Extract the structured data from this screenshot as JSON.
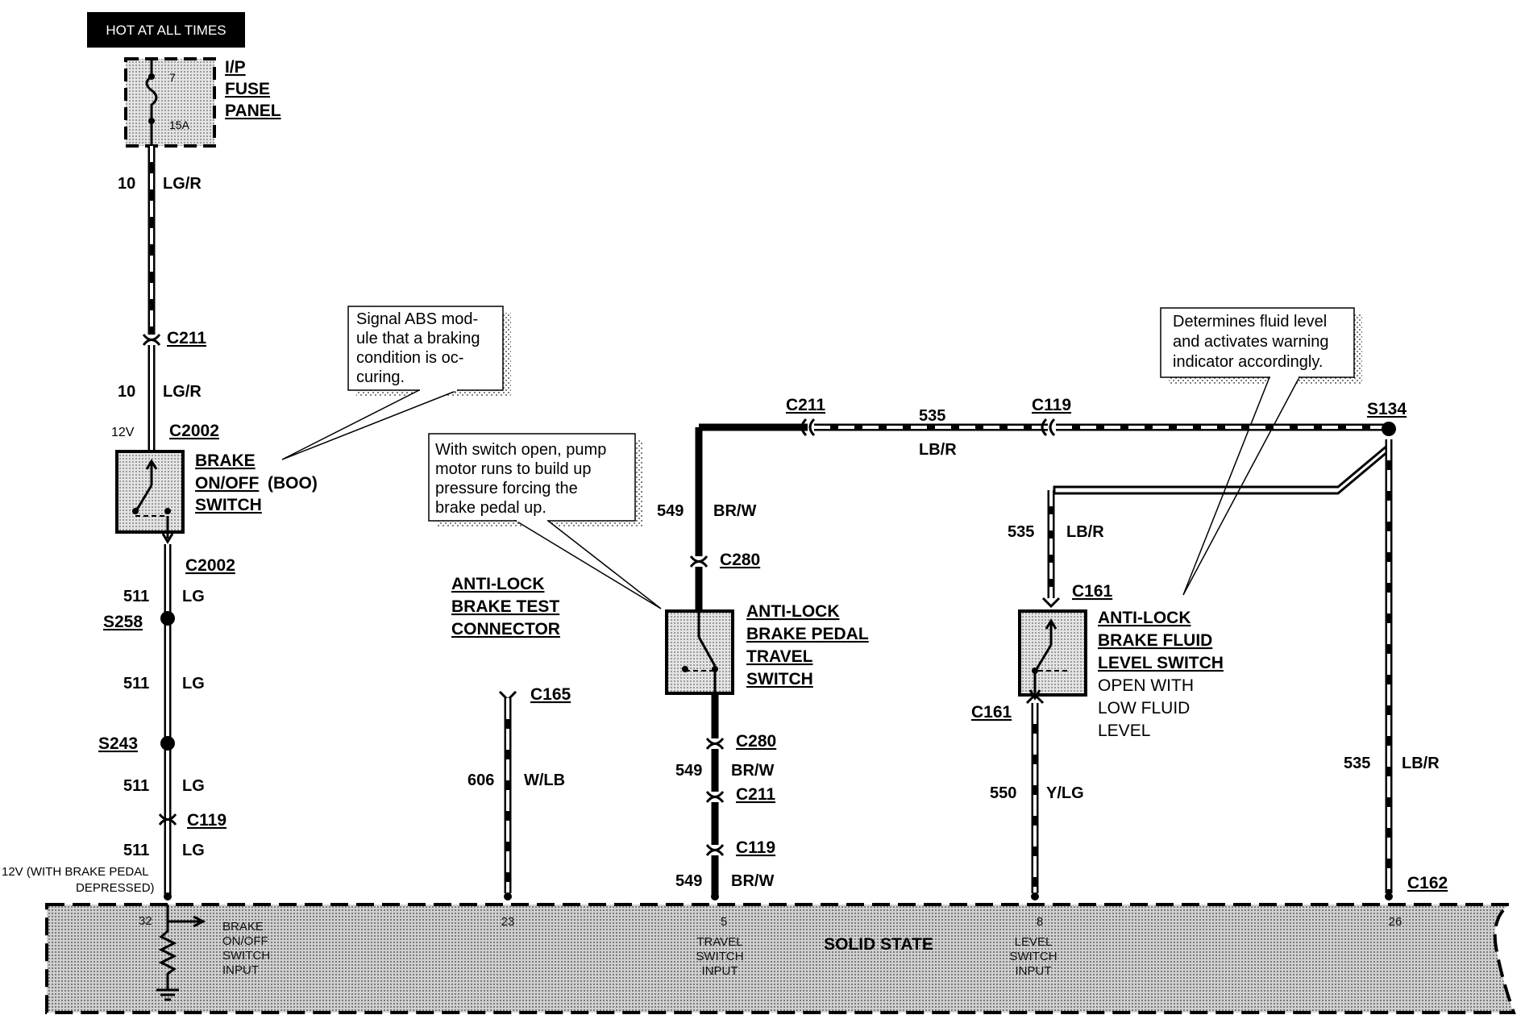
{
  "header_tag": "HOT AT ALL TIMES",
  "fuse_panel": {
    "fuse_number": "7",
    "fuse_rating": "15A",
    "label": [
      "I/P",
      "FUSE",
      "PANEL"
    ]
  },
  "left_circuit": {
    "wire_10": {
      "number": "10",
      "color": "LG/R"
    },
    "connector_c211": "C211",
    "voltage_12v": "12V",
    "connector_c2002_top": "C2002",
    "connector_c2002_bottom": "C2002",
    "boo_switch_label": [
      "BRAKE",
      "ON/OFF",
      "(BOO)",
      "SWITCH"
    ],
    "wire_511": {
      "number": "511",
      "color": "LG"
    },
    "splice_s258": "S258",
    "splice_s243": "S243",
    "connector_c119": "C119",
    "voltage_note": [
      "12V (WITH BRAKE PEDAL",
      "DEPRESSED)"
    ]
  },
  "notes": {
    "abs_signal": [
      "Signal ABS mod-",
      "ule that a braking",
      "condition  is  oc-",
      "curing."
    ],
    "pump_motor": [
      "With switch open, pump",
      "motor runs to build up",
      "pressure forcing the",
      "brake pedal up."
    ],
    "fluid_level": [
      "Determines fluid level",
      "and activates warning",
      "indicator accordingly."
    ]
  },
  "test_connector": {
    "label": [
      "ANTI-LOCK",
      "BRAKE TEST",
      "CONNECTOR"
    ],
    "connector": "C165",
    "wire": {
      "number": "606",
      "color": "W/LB"
    }
  },
  "travel_switch": {
    "label": [
      "ANTI-LOCK",
      "BRAKE PEDAL",
      "TRAVEL",
      "SWITCH"
    ],
    "wire": {
      "number": "549",
      "color": "BR/W"
    },
    "connector_c280": "C280",
    "connector_c211": "C211",
    "connector_c119": "C119"
  },
  "top_run": {
    "connector_c211": "C211",
    "connector_c119": "C119",
    "wire": {
      "number": "535",
      "color": "LB/R"
    },
    "splice_s134": "S134"
  },
  "fluid_switch": {
    "label": [
      "ANTI-LOCK",
      "BRAKE FLUID",
      "LEVEL SWITCH"
    ],
    "note": [
      "OPEN WITH",
      "LOW FLUID",
      "LEVEL"
    ],
    "connector": "C161",
    "wire_in": {
      "number": "535",
      "color": "LB/R"
    },
    "wire_out": {
      "number": "550",
      "color": "Y/LG"
    }
  },
  "right_wire": {
    "number": "535",
    "color": "LB/R",
    "connector": "C162"
  },
  "module": {
    "title": "SOLID STATE",
    "pins": [
      {
        "pin": "32",
        "label": [
          "BRAKE",
          "ON/OFF",
          "SWITCH",
          "INPUT"
        ]
      },
      {
        "pin": "23",
        "label": []
      },
      {
        "pin": "5",
        "label": [
          "TRAVEL",
          "SWITCH",
          "INPUT"
        ]
      },
      {
        "pin": "8",
        "label": [
          "LEVEL",
          "SWITCH",
          "INPUT"
        ]
      },
      {
        "pin": "26",
        "label": []
      }
    ]
  }
}
